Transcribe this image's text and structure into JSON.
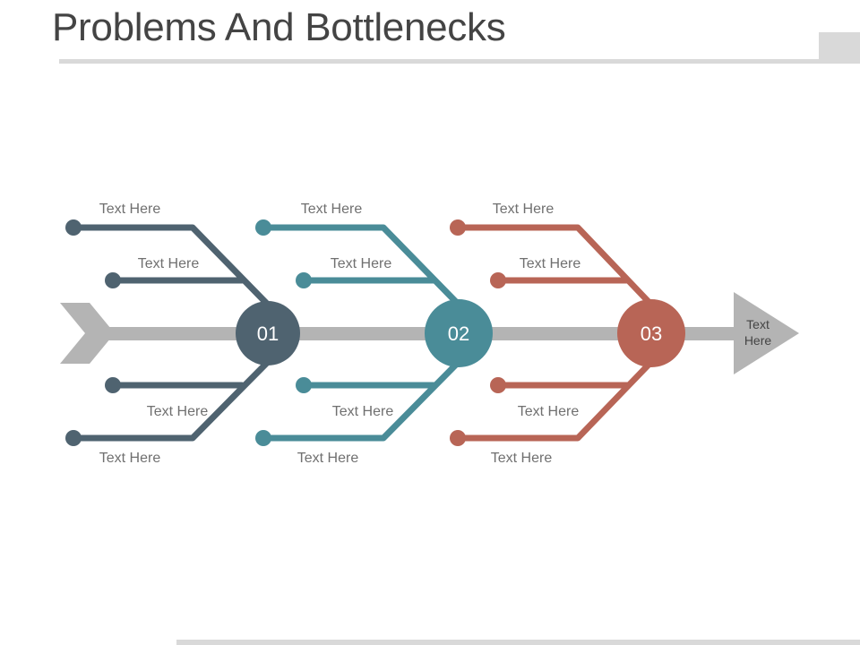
{
  "slide": {
    "title": "Problems And Bottlenecks"
  },
  "colors": {
    "spine": "#b4b4b4",
    "group_1": "#4f6370",
    "group_2": "#4a8c98",
    "group_3": "#b86556",
    "rules": "#d9d9d9"
  },
  "diagram": {
    "head_label_line1": "Text",
    "head_label_line2": "Here",
    "groups": [
      {
        "number": "01",
        "upper_outer": "Text Here",
        "upper_inner": "Text Here",
        "lower_inner": "Text Here",
        "lower_outer": "Text Here"
      },
      {
        "number": "02",
        "upper_outer": "Text Here",
        "upper_inner": "Text Here",
        "lower_inner": "Text Here",
        "lower_outer": "Text Here"
      },
      {
        "number": "03",
        "upper_outer": "Text Here",
        "upper_inner": "Text Here",
        "lower_inner": "Text Here",
        "lower_outer": "Text Here"
      }
    ]
  }
}
